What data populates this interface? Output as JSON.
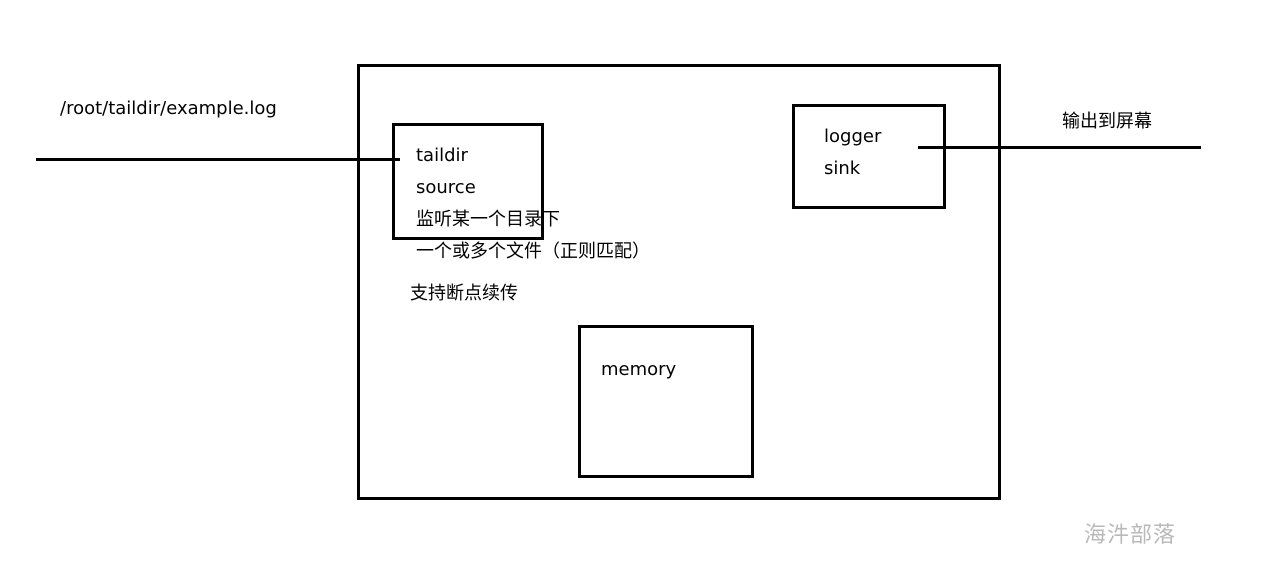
{
  "input": {
    "path": "/root/taildir/example.log"
  },
  "output": {
    "label": "输出到屏幕"
  },
  "agent": {
    "source": {
      "line1": "taildir",
      "line2": "source",
      "note1": "监听某一个目录下",
      "note2": "一个或多个文件（正则匹配）",
      "note3": "支持断点续传"
    },
    "channel": {
      "label": "memory"
    },
    "sink": {
      "line1": "logger",
      "line2": "sink"
    }
  },
  "watermark": "海汼部落"
}
